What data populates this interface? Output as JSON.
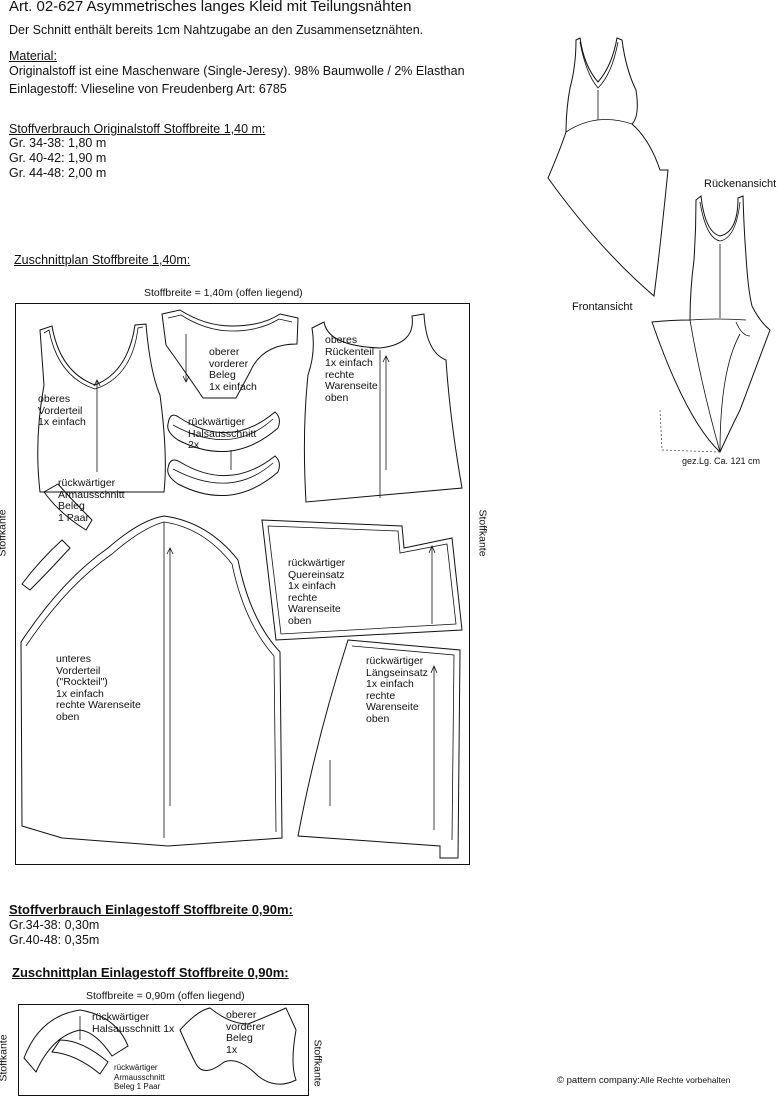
{
  "header": {
    "title": "Art. 02-627 Asymmetrisches langes Kleid mit Teilungsnähten",
    "seam_note": "Der Schnitt enthält bereits 1cm Nahtzugabe an den Zusammensetznähten."
  },
  "material": {
    "heading": "Material:",
    "fabric": "Originalstoff ist eine Maschenware (Single-Jeresy). 98% Baumwolle / 2% Elasthan",
    "interfacing": "Einlagestoff: Vlieseline von Freudenberg Art: 6785"
  },
  "consumption_main": {
    "heading": "Stoffverbrauch Originalstoff Stoffbreite 1,40 m:",
    "rows": [
      "Gr. 34-38: 1,80 m",
      "Gr. 40-42: 1,90 m",
      "Gr. 44-48: 2,00 m"
    ]
  },
  "cutting_plan_main": {
    "heading": "Zuschnittplan Stoffbreite 1,40m:",
    "width_label": "Stoffbreite = 1,40m (offen liegend)",
    "selvage_left": "Stoffkante",
    "selvage_right": "Stoffkante",
    "pieces": [
      "oberes\nVorderteil\n1x einfach",
      "oberer\nvorderer\nBeleg\n1x einfach",
      "oberes\nRückenteil\n1x einfach\nrechte\nWarenseite\noben",
      "rückwärtiger\nHalsausschnitt\n2x",
      "rückwärtiger\nArmausschnitt\nBeleg\n1 Paar",
      "rückwärtiger\nQuereinsatz\n1x einfach\nrechte\nWarenseite\noben",
      "unteres\nVorderteil\n(\"Rockteil\")\n1x einfach\nrechte Warenseite\noben",
      "rückwärtiger\nLängseinsatz\n1x einfach\nrechte\nWarenseite\noben"
    ]
  },
  "views": {
    "front": "Frontansicht",
    "back": "Rückenansicht",
    "length_note": "gez.Lg. Ca. 121 cm"
  },
  "consumption_interfacing": {
    "heading": "Stoffverbrauch Einlagestoff Stoffbreite 0,90m:",
    "rows": [
      "Gr.34-38: 0,30m",
      "Gr.40-48: 0,35m"
    ]
  },
  "cutting_plan_interfacing": {
    "heading": "Zuschnittplan Einlagestoff  Stoffbreite 0,90m:",
    "width_label": "Stoffbreite = 0,90m (offen liegend)",
    "selvage_left": "Stoffkante",
    "selvage_right": "Stoffkante",
    "pieces": [
      "rückwärtiger\nHalsausschnitt 1x",
      "oberer\nvorderer\nBeleg\n1x",
      "rückwärtiger\nArmausschnitt\nBeleg 1 Paar"
    ]
  },
  "footer": {
    "copyright": "© pattern company:",
    "rights": "Alle Rechte vorbehalten"
  }
}
